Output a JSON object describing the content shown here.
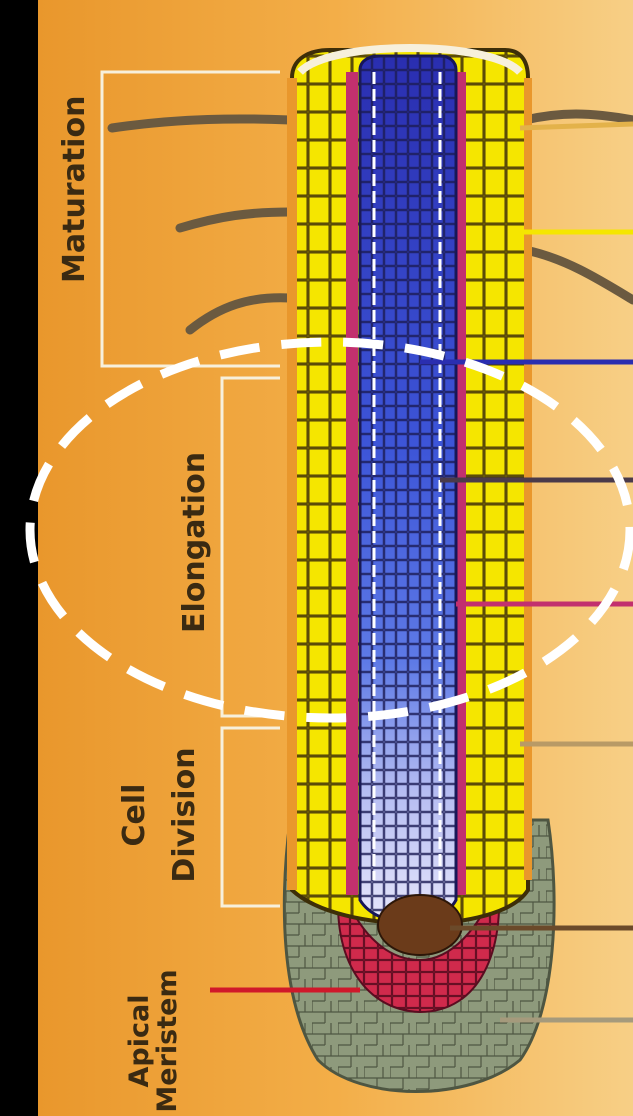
{
  "colors": {
    "frame": "#000000",
    "background": "#f0a83c",
    "epidermis": "#f5e600",
    "cortex": "#f5e600",
    "endodermis": "#c2306e",
    "vascular": "#3a44c8",
    "root_cap": "#8e9a7c",
    "quiescent_center": "#6b3b1a",
    "apical_meristem": "#d02a4c",
    "highlight_ellipse": "#ffffff"
  },
  "zones": {
    "maturation": "Maturation",
    "elongation": "Elongation",
    "cell_division": [
      "Cell",
      "Division"
    ],
    "apical_meristem": [
      "Apical",
      "Meristem"
    ]
  }
}
